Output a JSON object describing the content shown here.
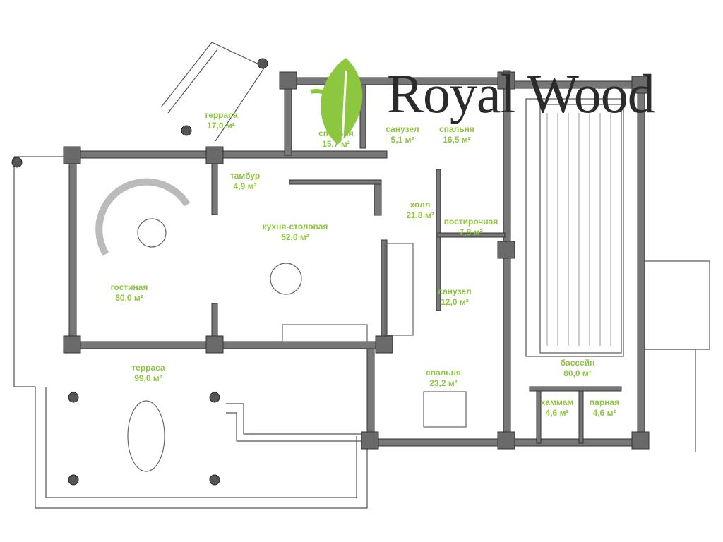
{
  "logo": {
    "text": "Royal Wood",
    "leaf_color": "#8dc63f"
  },
  "label_color": "#8dc63f",
  "rooms": [
    {
      "name": "терраса",
      "area": "17,0 м²"
    },
    {
      "name": "спальня",
      "area": "15,7 м²"
    },
    {
      "name": "санузел",
      "area": "5,1 м²"
    },
    {
      "name": "спальня",
      "area": "16,5 м²"
    },
    {
      "name": "тамбур",
      "area": "4,9 м²"
    },
    {
      "name": "холл",
      "area": "21,8 м²"
    },
    {
      "name": "постирочная",
      "area": "7,9 м²"
    },
    {
      "name": "кухня-столовая",
      "area": "52,0 м²"
    },
    {
      "name": "гостиная",
      "area": "50,0 м²"
    },
    {
      "name": "санузел",
      "area": "12,0 м²"
    },
    {
      "name": "бассейн",
      "area": "80,0 м²"
    },
    {
      "name": "терраса",
      "area": "99,0 м²"
    },
    {
      "name": "спальня",
      "area": "23,2 м²"
    },
    {
      "name": "хаммам",
      "area": "4,6 м²"
    },
    {
      "name": "парная",
      "area": "4,6 м²"
    }
  ]
}
